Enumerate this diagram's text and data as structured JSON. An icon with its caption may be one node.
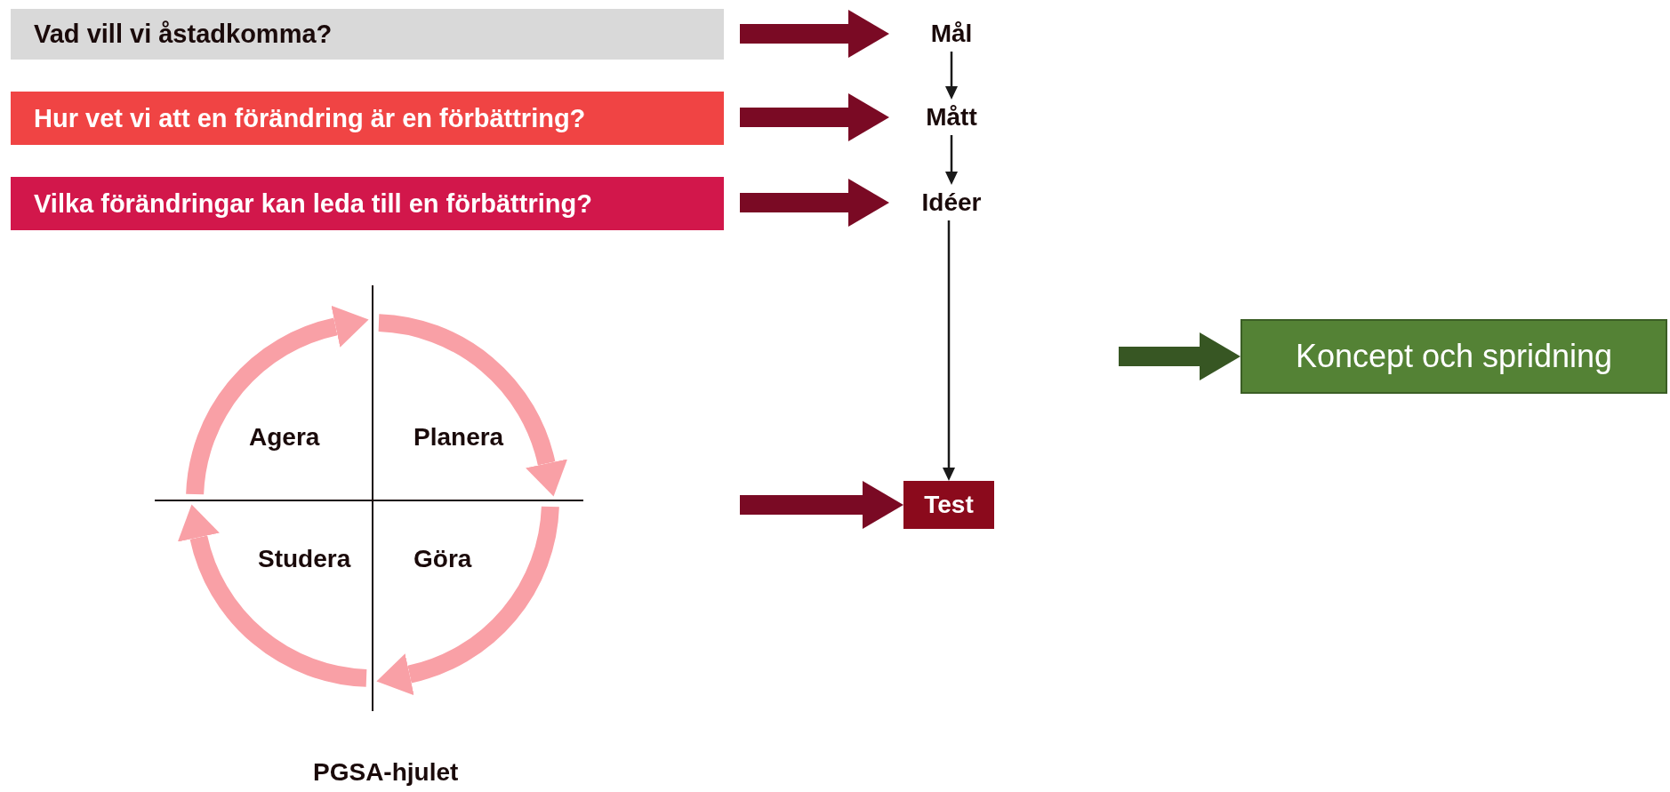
{
  "diagram": {
    "nodes": [
      {
        "text": [
          "Vad vill vi åstadkomma?"
        ]
      },
      {
        "text": [
          "Hur vet vi att en förändring är en förbättring?"
        ]
      },
      {
        "text": [
          "Vilka förändringar kan leda till en förbättring?"
        ]
      },
      {
        "text": [
          "Mål"
        ]
      },
      {
        "text": [
          "Mått"
        ]
      },
      {
        "text": [
          "Idéer"
        ]
      },
      {
        "text": [
          "Agera",
          "Planera",
          "Studera",
          "Göra"
        ],
        "beside": [
          "PGSA-hjulet"
        ]
      },
      {
        "text": [
          "Test"
        ]
      },
      {
        "text": [
          "Koncept och spridning"
        ]
      }
    ],
    "edges": [
      {
        "from": 0,
        "to": 3,
        "arrow": "to"
      },
      {
        "from": 3,
        "to": 4,
        "arrow": "to",
        "color": "#1a1a1a"
      },
      {
        "from": 1,
        "to": 4,
        "arrow": "to"
      },
      {
        "from": 4,
        "to": 5,
        "arrow": "to",
        "color": "#1a1a1a"
      },
      {
        "from": 2,
        "to": 5,
        "arrow": "to"
      },
      {
        "from": 5,
        "to": 7,
        "arrow": "to",
        "color": "#1a1a1a"
      },
      {
        "from": null,
        "to": 7,
        "arrow": "to"
      },
      {
        "from": null,
        "to": 8,
        "arrow": "to",
        "color": "#375623"
      }
    ]
  }
}
